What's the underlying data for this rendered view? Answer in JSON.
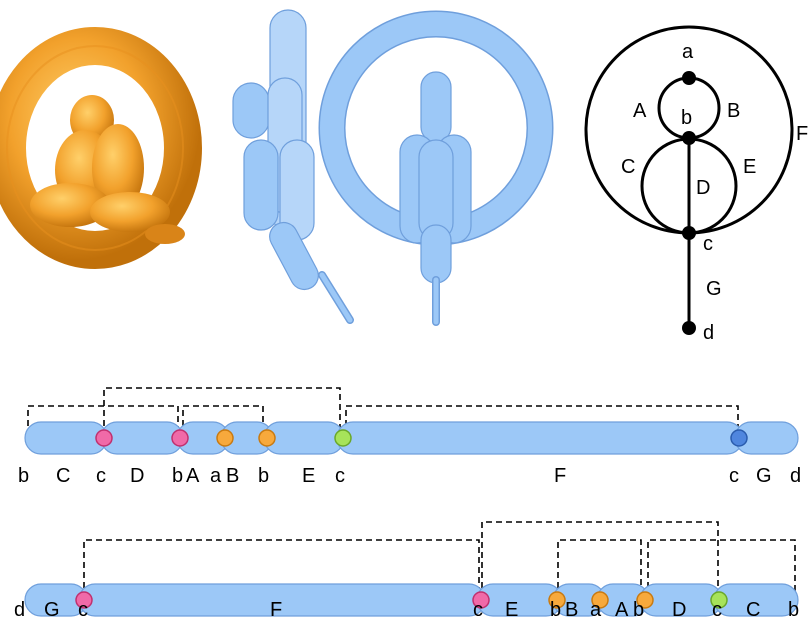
{
  "graph": {
    "vertex_labels": [
      "a",
      "b",
      "c",
      "d"
    ],
    "edge_labels": [
      "A",
      "B",
      "C",
      "D",
      "E",
      "F",
      "G"
    ]
  },
  "strip1": {
    "labels": [
      "b",
      "C",
      "c",
      "D",
      "b",
      "A",
      "a",
      "B",
      "b",
      "E",
      "c",
      "F",
      "c",
      "G",
      "d"
    ]
  },
  "strip2": {
    "labels": [
      "d",
      "G",
      "c",
      "F",
      "c",
      "E",
      "b",
      "B",
      "a",
      "A",
      "b",
      "D",
      "c",
      "C",
      "b"
    ]
  },
  "colors": {
    "balloon_fill": "#9cc8f7",
    "balloon_stroke": "#6f9fdc",
    "pink": "#f06aa8",
    "orange": "#f7a93c",
    "green": "#a7e35a",
    "blue_dot": "#4f86de",
    "photo_balloon": "#f2a12c"
  }
}
